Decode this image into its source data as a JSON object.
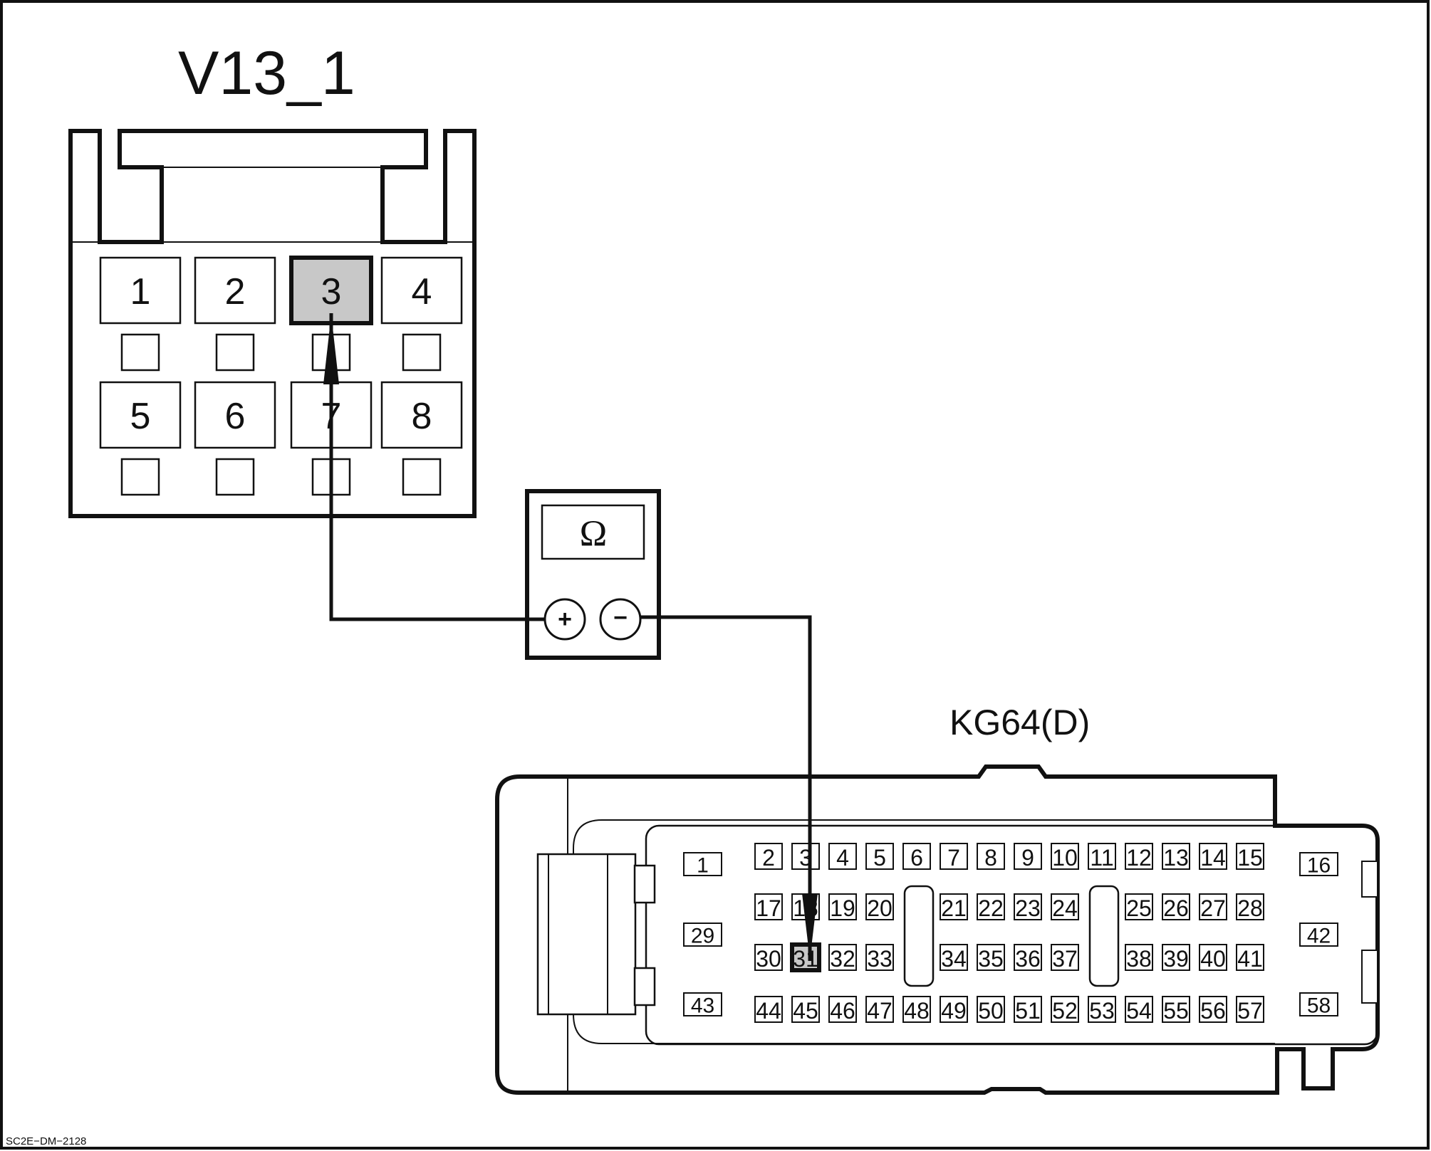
{
  "connector_v13": {
    "title": "V13_1",
    "pins": [
      "1",
      "2",
      "3",
      "4",
      "5",
      "6",
      "7",
      "8"
    ],
    "highlighted_pin": "3"
  },
  "meter": {
    "symbol": "Ω",
    "plus": "+",
    "minus": "−"
  },
  "connector_kg64": {
    "title": "KG64(D)",
    "highlighted_pin": "31",
    "row1": [
      "2",
      "3",
      "4",
      "5",
      "6",
      "7",
      "8",
      "9",
      "10",
      "11",
      "12",
      "13",
      "14",
      "15"
    ],
    "row2": [
      "17",
      "18",
      "19",
      "20",
      "21",
      "22",
      "23",
      "24",
      "25",
      "26",
      "27",
      "28"
    ],
    "row3": [
      "30",
      "31",
      "32",
      "33",
      "34",
      "35",
      "36",
      "37",
      "38",
      "39",
      "40",
      "41"
    ],
    "row4": [
      "44",
      "45",
      "46",
      "47",
      "48",
      "49",
      "50",
      "51",
      "52",
      "53",
      "54",
      "55",
      "56",
      "57"
    ],
    "side_left": [
      "1",
      "29",
      "43"
    ],
    "side_right": [
      "16",
      "42",
      "58"
    ]
  },
  "footer": {
    "code": "SC2E−DM−2128"
  }
}
